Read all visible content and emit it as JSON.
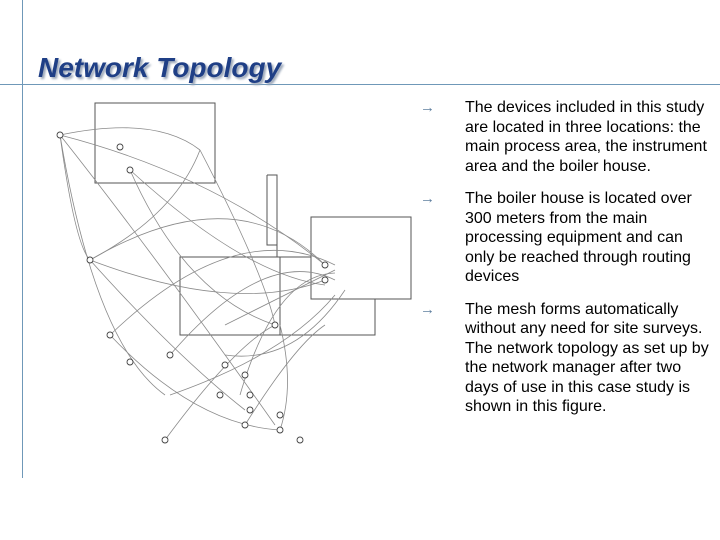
{
  "slide": {
    "title": "Network Topology",
    "bullets": [
      {
        "text": "The devices included in this study are located in three locations: the main process area, the instrument area and the boiler house."
      },
      {
        "text": "The boiler house is located over 300 meters from the main processing equipment and can only be reached through routing devices"
      },
      {
        "text": "The mesh forms automatically without any need for site surveys. The network topology as set up by the network manager after two days of use in this case study is shown in this figure."
      }
    ]
  },
  "icons": {
    "bullet": "right-arrow-icon"
  }
}
